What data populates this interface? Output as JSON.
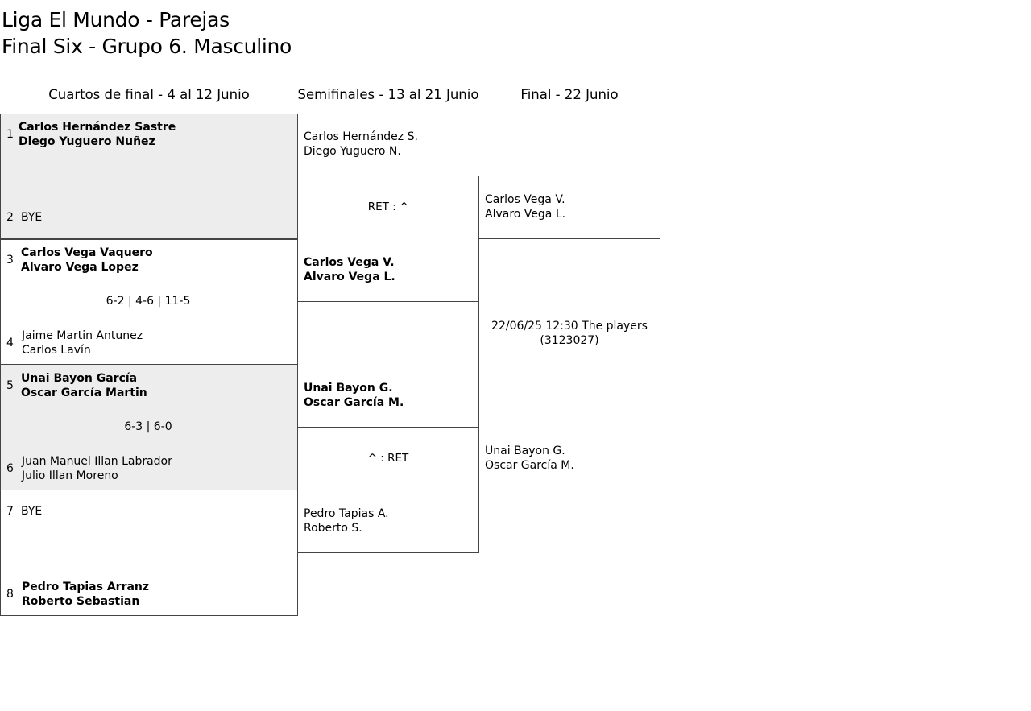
{
  "header": {
    "title_line1": "Liga El Mundo - Parejas",
    "title_line2": "Final Six - Grupo 6. Masculino"
  },
  "columns": {
    "quarterfinals": "Cuartos de final - 4 al 12 Junio",
    "semifinals": "Semifinales - 13 al 21 Junio",
    "final": "Final - 22 Junio"
  },
  "quarterfinals": [
    {
      "top": {
        "seed": "1",
        "line1": "Carlos Hernández Sastre",
        "line2": "Diego Yuguero Nuñez"
      },
      "bottom": {
        "seed": "2",
        "line1": "BYE",
        "line2": ""
      },
      "score": ""
    },
    {
      "top": {
        "seed": "3",
        "line1": "Carlos Vega Vaquero",
        "line2": "Alvaro Vega Lopez"
      },
      "bottom": {
        "seed": "4",
        "line1": "Jaime Martin Antunez",
        "line2": "Carlos Lavín"
      },
      "score": "6-2 | 4-6 | 11-5"
    },
    {
      "top": {
        "seed": "5",
        "line1": "Unai Bayon García",
        "line2": "Oscar García Martin"
      },
      "bottom": {
        "seed": "6",
        "line1": "Juan Manuel Illan Labrador",
        "line2": "Julio Illan Moreno"
      },
      "score": "6-3 | 6-0"
    },
    {
      "top": {
        "seed": "7",
        "line1": "BYE",
        "line2": ""
      },
      "bottom": {
        "seed": "8",
        "line1": "Pedro Tapias Arranz",
        "line2": "Roberto Sebastian"
      },
      "score": ""
    }
  ],
  "semifinals": [
    {
      "top": {
        "line1": "Carlos Hernández S.",
        "line2": "Diego Yuguero N."
      },
      "bottom": {
        "line1": "Carlos Vega V.",
        "line2": "Alvaro Vega L."
      },
      "score": "RET : ^"
    },
    {
      "top": {
        "line1": "Unai Bayon G.",
        "line2": "Oscar García M."
      },
      "bottom": {
        "line1": "Pedro Tapias A.",
        "line2": "Roberto S."
      },
      "score": "^ : RET"
    }
  ],
  "final": {
    "top": {
      "line1": "Carlos Vega V.",
      "line2": "Alvaro Vega L."
    },
    "bottom": {
      "line1": "Unai Bayon G.",
      "line2": "Oscar García M."
    },
    "info_line1": "22/06/25 12:30 The players",
    "info_line2": "(3123027)"
  }
}
